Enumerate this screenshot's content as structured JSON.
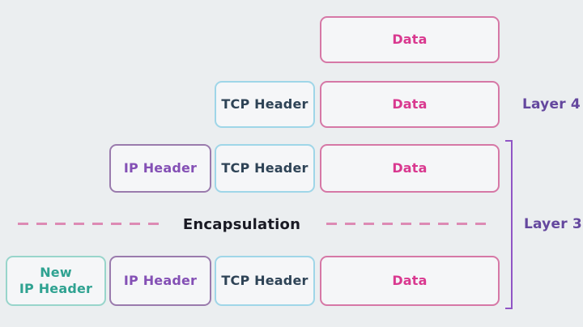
{
  "diagram": {
    "subject": "TCP/IP encapsulation diagram"
  },
  "rows": [
    {
      "boxes": [
        {
          "label": "Data",
          "type": "data"
        }
      ]
    },
    {
      "boxes": [
        {
          "label": "TCP Header",
          "type": "tcp"
        },
        {
          "label": "Data",
          "type": "data"
        }
      ]
    },
    {
      "boxes": [
        {
          "label": "IP Header",
          "type": "ip"
        },
        {
          "label": "TCP Header",
          "type": "tcp"
        },
        {
          "label": "Data",
          "type": "data"
        }
      ]
    },
    {
      "boxes": [
        {
          "label": "New IP Header",
          "lines": [
            "New",
            "IP Header"
          ],
          "type": "new-ip"
        },
        {
          "label": "IP Header",
          "type": "ip"
        },
        {
          "label": "TCP Header",
          "type": "tcp"
        },
        {
          "label": "Data",
          "type": "data"
        }
      ]
    }
  ],
  "labels": {
    "encapsulation": "Encapsulation",
    "layer4": "Layer 4",
    "layer3": "Layer 3"
  },
  "colors": {
    "background": "#ebeef0",
    "box_fill": "#f5f6f8",
    "data_border": "#d678a6",
    "data_text": "#d9388f",
    "tcp_border": "#9fd6e8",
    "tcp_text": "#2e4356",
    "ip_border": "#9a7bad",
    "ip_text": "#8450b5",
    "new_ip_border": "#98d5cb",
    "new_ip_text": "#2fa291",
    "dash_line": "#dd8ab4",
    "encapsulation_text": "#191923",
    "layer_label_text": "#64479e",
    "bracket": "#9055c5"
  }
}
